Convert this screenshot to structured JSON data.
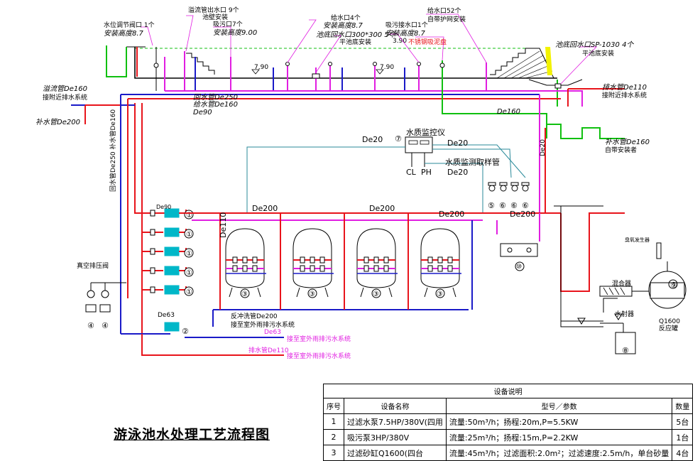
{
  "labels": {
    "overflow_tank_top": "溢流管出水口 9个",
    "overflow_sub1": "池壁安装",
    "overflow_sub2": "吸污口7个",
    "overflow_sub3": "安装高度9.00",
    "water_level_valve": "水位调节阀口 1个",
    "water_level_sub": "安装高度8.7",
    "inlet": "给水口4个",
    "inlet_sub": "安装高度8.7",
    "inlet_size": "池底回水口300*300 5个",
    "inlet_sub2": "平池底安装",
    "vac_inlet": "吸污接水口1个",
    "vac_sub": "安装高度8.7",
    "vac_sub2": "不锈钢吸泥盘",
    "return_top": "给水口52个",
    "return_top_sub": "自带护网安装",
    "bottom_return": "池底回水口SP-1030 4个",
    "bottom_return_sub": "平池底安装",
    "lev1": "7.90",
    "lev2": "7.90",
    "lev3": "3.90",
    "drain_de160": "溢流管De160",
    "drain_de160_sub": "接附近排水系统",
    "supply_de200": "补水管De200",
    "pipe_de250": "回水管De250",
    "pipe_de160b": "给水管De160",
    "pipe_de90": "De90",
    "vert_de160": "回水管De250  补水管De160",
    "right_de110": "排水管De110",
    "right_de110_sub": "接附近排水系统",
    "right_de160b": "补水管De160",
    "right_de160b_sub": "自带安装者",
    "de160_right_mid": "De160",
    "de20": "De20",
    "de20b": "De20",
    "de20c": "De20",
    "de20v": "De20",
    "monitor": "水质监控仪",
    "monitor_num": "⑦",
    "cl": "CL",
    "ph": "PH",
    "sample_pipe": "水质监测取样管",
    "de200_a": "De200",
    "de200_b": "De200",
    "de200_c": "De200",
    "de200_d": "De200",
    "de110": "De110",
    "de90": "De90",
    "de63": "De63",
    "backwash": "反冲洗管De200",
    "backwash_sub": "接至室外雨排污水系统",
    "drain_de63": "De63",
    "drain_de63_sub": "接至室外雨排污水系统",
    "drain_de110b": "排水管De110",
    "drain_de110b_sub": "接至室外雨排污水系统",
    "vent": "真空排压阀",
    "mixer": "混合器",
    "heater": "Q1600\n反应罐",
    "heater_name": "Q1600",
    "heater_sub": "反应罐",
    "water_pump": "水射器",
    "ozone": "臭氧发生器",
    "num_1": "①",
    "num_2": "②",
    "num_3": "③",
    "num_4": "④",
    "num_5": "⑤",
    "num_6": "⑥",
    "num_8": "⑧",
    "num_9": "⑨",
    "num_10": "⑩"
  },
  "title": "游泳池水处理工艺流程图",
  "table": {
    "caption": "设备说明",
    "headers": [
      "序号",
      "设备名称",
      "型号／参数",
      "数量"
    ],
    "rows": [
      {
        "no": "1",
        "name": "过滤水泵7.5HP/380V(四用",
        "spec": "流量:50m³/h；扬程:20m,P=5.5KW",
        "qty": "5台"
      },
      {
        "no": "2",
        "name": "吸污泵3HP/380V",
        "spec": "流量:25m³/h；扬程:15m,P=2.2KW",
        "qty": "1台"
      },
      {
        "no": "3",
        "name": "过滤砂缸Q1600(四台",
        "spec": "流量:45m³/h；过滤面积:2.0m²；过滤速度:2.5m/h，单台砂量",
        "qty": "4台"
      }
    ]
  },
  "colors": {
    "red": "#e8141b",
    "magenta": "#e11ee1",
    "blue": "#1a1ac8",
    "green": "#10c010",
    "cyan": "#00b7c8",
    "teal": "#2a8a9a",
    "yellow": "#f2f200"
  }
}
